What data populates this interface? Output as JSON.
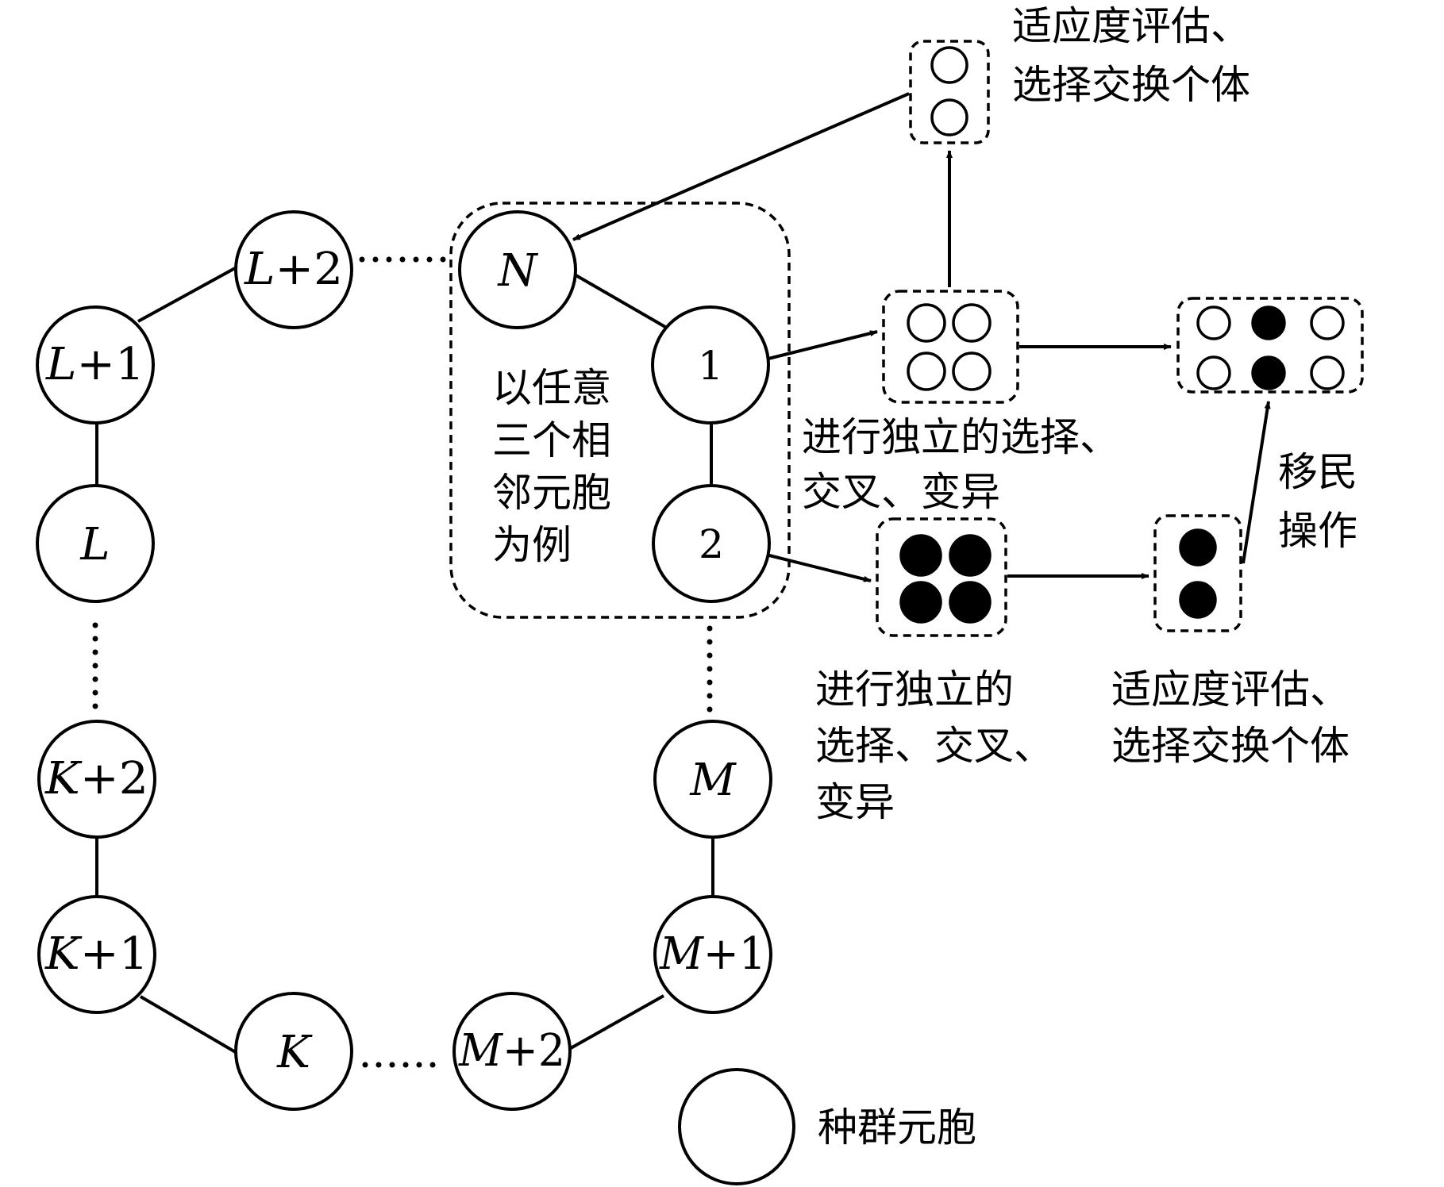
{
  "nodes": {
    "N": {
      "var": "N",
      "suffix": ""
    },
    "n1": {
      "text": "1"
    },
    "n2": {
      "text": "2"
    },
    "L2": {
      "var": "L",
      "suffix": "+2"
    },
    "L1": {
      "var": "L",
      "suffix": "+1"
    },
    "L": {
      "var": "L",
      "suffix": ""
    },
    "K2": {
      "var": "K",
      "suffix": "+2"
    },
    "K1": {
      "var": "K",
      "suffix": "+1"
    },
    "K": {
      "var": "K",
      "suffix": ""
    },
    "M": {
      "var": "M",
      "suffix": ""
    },
    "M1": {
      "var": "M",
      "suffix": "+1"
    },
    "M2": {
      "var": "M",
      "suffix": "+2"
    }
  },
  "group_note": [
    "以任意",
    "三个相",
    "邻元胞",
    "为例"
  ],
  "labels": {
    "top_eval": [
      "适应度评估、",
      "选择交换个体"
    ],
    "mid_ops": [
      "进行独立的选择、",
      "交叉、变异"
    ],
    "bottom_ops": [
      "进行独立的",
      "选择、交叉、",
      "变异"
    ],
    "bottom_eval": [
      "适应度评估、",
      "选择交换个体"
    ],
    "migration": [
      "移民",
      "操作"
    ]
  },
  "legend": {
    "label": "种群元胞"
  }
}
